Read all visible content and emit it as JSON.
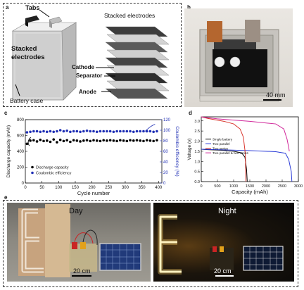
{
  "panels": {
    "a": {
      "label": "a",
      "tabs": "Tabs",
      "stacked_left": "Stacked",
      "stacked_left2": "electrodes",
      "battery_case": "Battery case",
      "stacked_right": "Stacked electrodes",
      "cathode": "Cathode",
      "separator": "Separator",
      "anode": "Anode"
    },
    "b": {
      "label": "b",
      "scale": "40 mm"
    },
    "c": {
      "label": "c"
    },
    "d": {
      "label": "d"
    },
    "e": {
      "label": "e",
      "day": "Day",
      "night": "Night",
      "scale_left": "20 cm",
      "scale_right": "20 cm"
    }
  },
  "chart_data": [
    {
      "type": "scatter",
      "xlabel": "Cycle number",
      "ylabel": "Discharge capacity (mAh)",
      "y2label": "Coulombic efficiency (%)",
      "xlim": [
        0,
        410
      ],
      "ylim": [
        0,
        800
      ],
      "y2lim": [
        0,
        120
      ],
      "xticks": [
        0,
        50,
        100,
        150,
        200,
        250,
        300,
        350,
        400
      ],
      "yticks": [
        0,
        200,
        400,
        600,
        800
      ],
      "y2ticks": [
        0,
        20,
        40,
        60,
        80,
        100,
        120
      ],
      "legend": [
        "Discharge capacity",
        "Coulombic efficiency"
      ],
      "legend_position": "bottom-left",
      "series": [
        {
          "name": "Discharge capacity",
          "axis": "left",
          "color": "#000000",
          "x": [
            5,
            15,
            25,
            35,
            45,
            55,
            65,
            75,
            85,
            95,
            105,
            115,
            125,
            135,
            145,
            155,
            165,
            175,
            185,
            195,
            205,
            215,
            225,
            235,
            245,
            255,
            265,
            275,
            285,
            295,
            305,
            315,
            325,
            335,
            345,
            355,
            365,
            375,
            385,
            395
          ],
          "y": [
            495,
            535,
            540,
            525,
            545,
            530,
            535,
            520,
            550,
            515,
            545,
            530,
            540,
            520,
            540,
            535,
            525,
            535,
            540,
            530,
            540,
            535,
            530,
            540,
            535,
            540,
            535,
            530,
            540,
            535,
            530,
            540,
            535,
            540,
            535,
            530,
            540,
            535,
            530,
            540
          ]
        },
        {
          "name": "Coulombic efficiency",
          "axis": "right",
          "color": "#1f2fb5",
          "x": [
            5,
            15,
            25,
            35,
            45,
            55,
            65,
            75,
            85,
            95,
            105,
            115,
            125,
            135,
            145,
            155,
            165,
            175,
            185,
            195,
            205,
            215,
            225,
            235,
            245,
            255,
            265,
            275,
            285,
            295,
            305,
            315,
            325,
            335,
            345,
            355,
            365,
            375,
            385,
            395
          ],
          "y": [
            96,
            97,
            98,
            98,
            97,
            98,
            97,
            98,
            97,
            98,
            100,
            98,
            99,
            97,
            98,
            98,
            97,
            98,
            99,
            98,
            98,
            97,
            98,
            98,
            98,
            98,
            97,
            98,
            98,
            98,
            98,
            98,
            97,
            98,
            98,
            98,
            98,
            98,
            97,
            98
          ]
        }
      ]
    },
    {
      "type": "line",
      "xlabel": "Capacity (mAh)",
      "ylabel": "Voltage (v)",
      "xlim": [
        0,
        3000
      ],
      "ylim": [
        0,
        3.2
      ],
      "xticks": [
        0,
        500,
        1000,
        1500,
        2000,
        2500,
        3000
      ],
      "yticks": [
        0.0,
        0.5,
        1.0,
        1.5,
        2.0,
        2.5,
        3.0
      ],
      "legend_position": "center-left",
      "series": [
        {
          "name": "Single battery",
          "color": "#000000",
          "x": [
            0,
            200,
            600,
            1000,
            1250,
            1350,
            1400,
            1420
          ],
          "y": [
            1.6,
            1.58,
            1.55,
            1.5,
            1.42,
            1.2,
            0.6,
            0.0
          ]
        },
        {
          "name": "Two parallel",
          "color": "#2d3ed8",
          "x": [
            0,
            500,
            1500,
            2300,
            2600,
            2700,
            2780,
            2800
          ],
          "y": [
            1.6,
            1.58,
            1.53,
            1.48,
            1.4,
            1.1,
            0.5,
            0.0
          ]
        },
        {
          "name": "Two series",
          "color": "#d9342b",
          "x": [
            0,
            200,
            700,
            1000,
            1200,
            1300,
            1360,
            1380
          ],
          "y": [
            3.2,
            3.12,
            2.98,
            2.85,
            2.6,
            2.2,
            1.4,
            0.0
          ]
        },
        {
          "name": "Two parallel & two series",
          "color": "#d0279a",
          "x": [
            0,
            500,
            1500,
            2300,
            2550,
            2650,
            2700,
            2720
          ],
          "y": [
            3.2,
            3.1,
            2.98,
            2.85,
            2.6,
            2.1,
            1.7,
            1.5
          ]
        }
      ]
    }
  ]
}
